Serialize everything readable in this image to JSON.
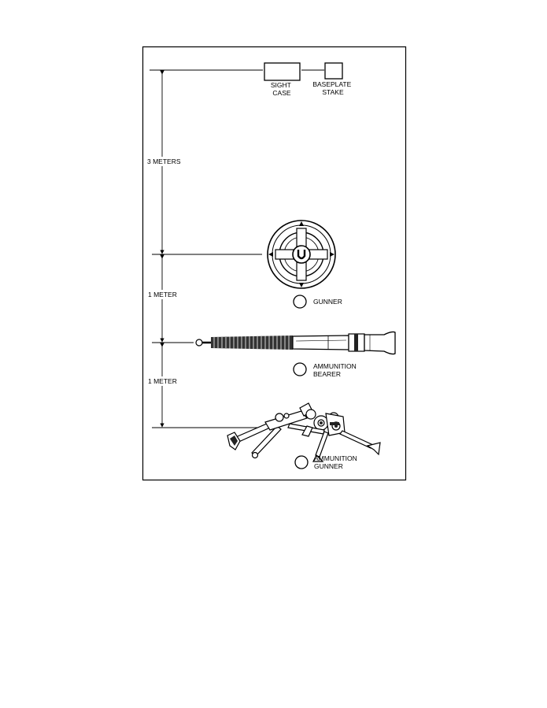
{
  "figure": {
    "items": {
      "sight_case": "SIGHT\nCASE",
      "baseplate_stake": "BASEPLATE\nSTAKE",
      "gunner": "GUNNER",
      "ammunition_bearer": "AMMUNITION\nBEARER",
      "ammunition_gunner": "AMMUNITION\nGUNNER"
    },
    "distances": {
      "top": "3 METERS",
      "middle": "1 METER",
      "bottom": "1 METER"
    }
  }
}
